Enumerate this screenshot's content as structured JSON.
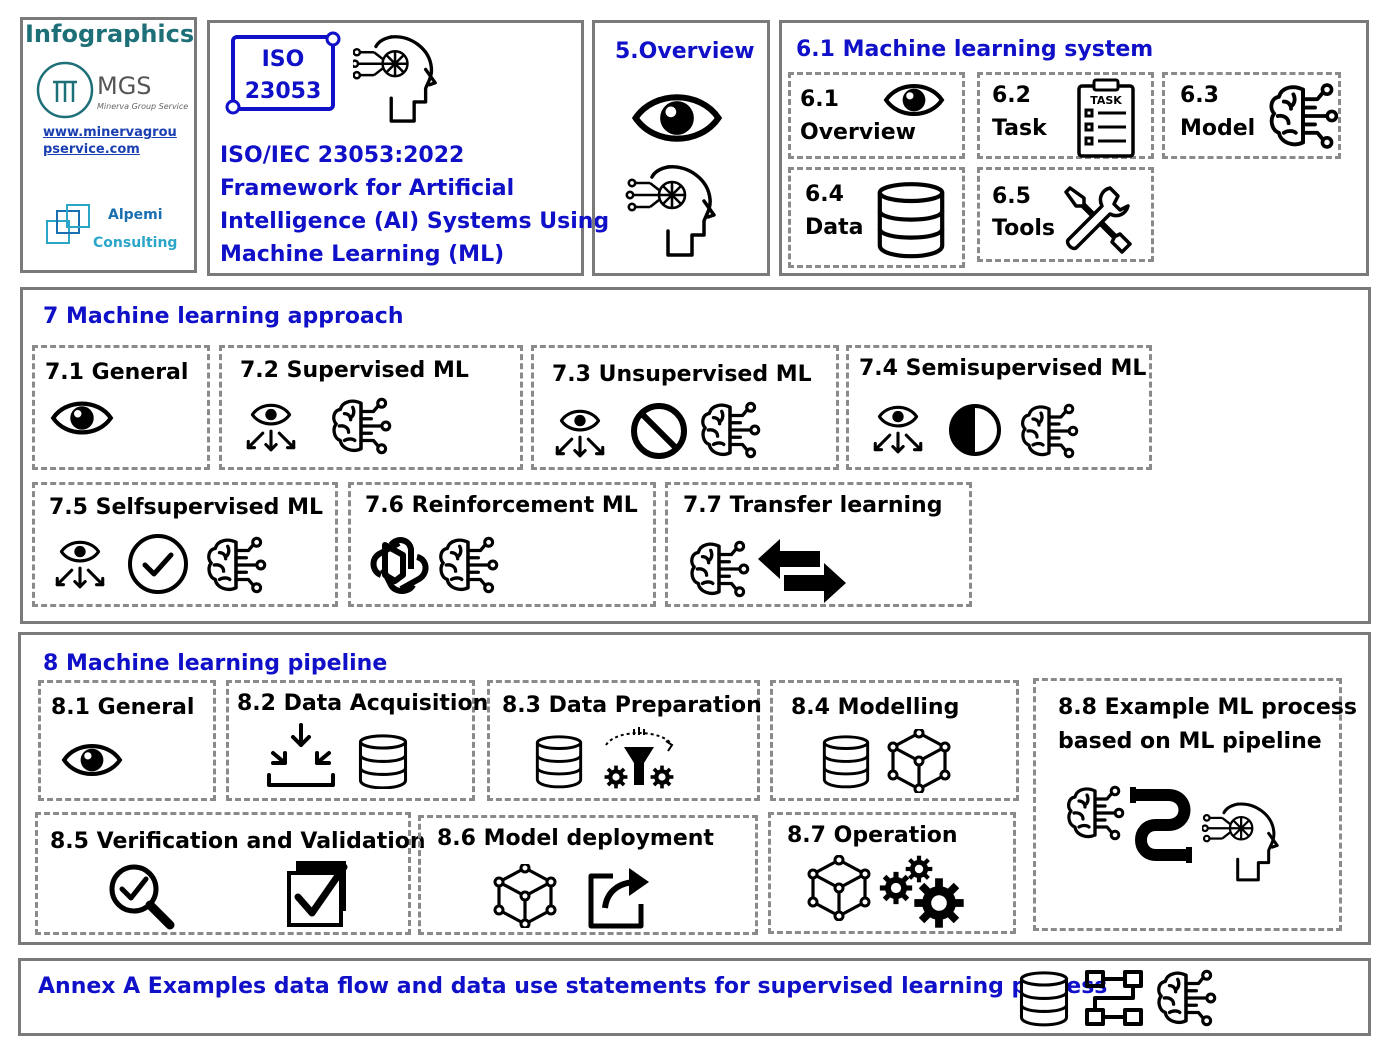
{
  "logo_box": {
    "title": "Infographics",
    "mgs_logo_text": "MGS",
    "mgs_sub": "Minerva Group Service",
    "url_line1": "www.minervagrou",
    "url_line2": "pservice.com",
    "alpemi_line1": "Alpemi",
    "alpemi_line2": "Consulting"
  },
  "iso_box": {
    "badge_line1": "ISO",
    "badge_line2": "23053",
    "title_lines": [
      "ISO/IEC 23053:2022",
      "Framework for Artificial",
      "Intelligence (AI) Systems Using",
      "Machine Learning (ML)"
    ]
  },
  "overview_box": {
    "title": "5.Overview"
  },
  "ml_system": {
    "title": "6.1 Machine learning system",
    "items": [
      {
        "num": "6.1",
        "label": "Overview",
        "icon": "eye-icon"
      },
      {
        "num": "6.2",
        "label": "Task",
        "icon": "task-clipboard-icon",
        "icon_text": "TASK"
      },
      {
        "num": "6.3",
        "label": "Model",
        "icon": "brain-circuit-icon"
      },
      {
        "num": "6.4",
        "label": "Data",
        "icon": "database-icon"
      },
      {
        "num": "6.5",
        "label": "Tools",
        "icon": "tools-icon"
      }
    ]
  },
  "approach": {
    "title": "7 Machine learning approach",
    "items": [
      {
        "label": "7.1  General"
      },
      {
        "label": "7.2  Supervised ML"
      },
      {
        "label": "7.3  Unsupervised ML"
      },
      {
        "label": "7.4  Semisupervised ML"
      },
      {
        "label": "7.5  Selfsupervised ML"
      },
      {
        "label": "7.6  Reinforcement ML"
      },
      {
        "label": "7.7  Transfer learning"
      }
    ]
  },
  "pipeline": {
    "title": "8 Machine learning pipeline",
    "items": [
      {
        "label": "8.1  General"
      },
      {
        "label": "8.2  Data Acquisition"
      },
      {
        "label": "8.3  Data Preparation"
      },
      {
        "label": "8.4  Modelling"
      },
      {
        "label": "8.5 Verification and Validation"
      },
      {
        "label": "8.6 Model deployment"
      },
      {
        "label": "8.7 Operation"
      },
      {
        "label": "8.8 Example ML process",
        "label2": "based on ML pipeline"
      }
    ]
  },
  "annex": {
    "title": "Annex A Examples data flow and data use statements for supervised learning process"
  },
  "colors": {
    "title_blue": "#1010c8",
    "border_gray": "#7a7a7a",
    "alpemi_blue": "#1a6fb0",
    "mgs_teal": "#1d6f78",
    "alpemi_cyan": "#2ba6c8"
  }
}
